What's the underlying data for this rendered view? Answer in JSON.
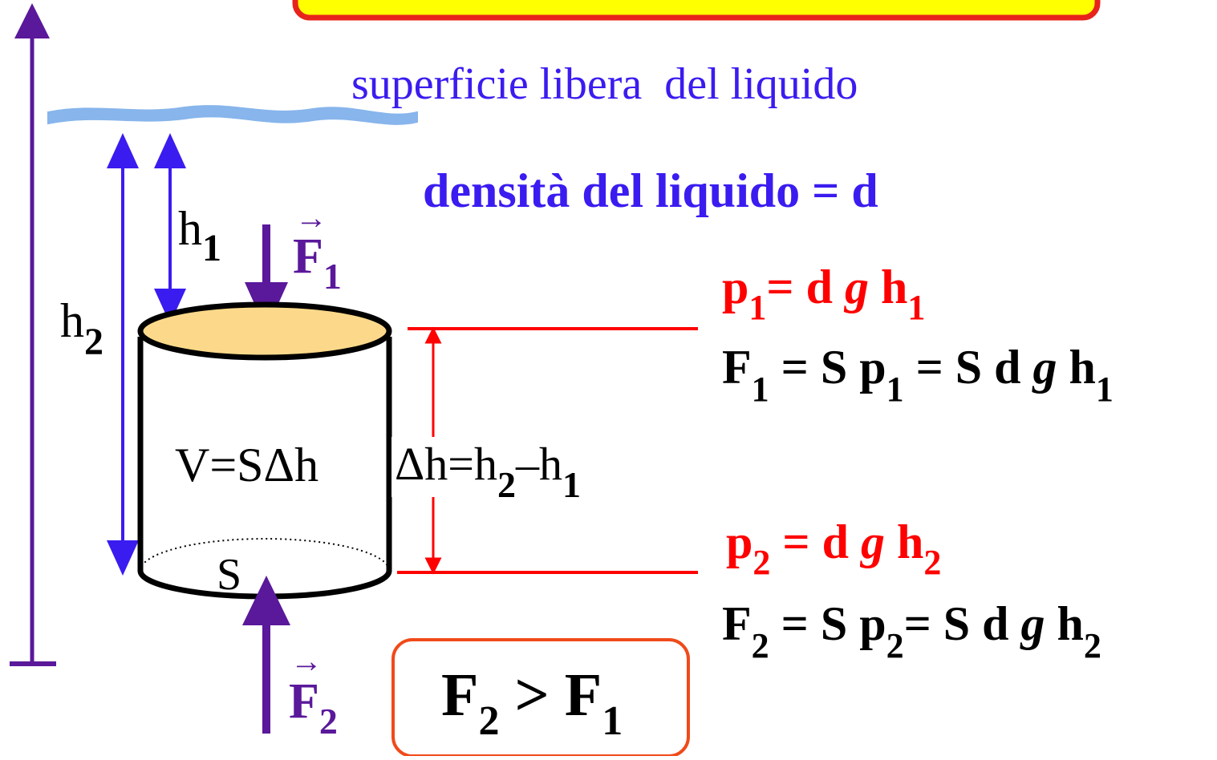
{
  "surface_label": "superficie libera  del liquido",
  "density_label": "densità del liquido = d",
  "h1": {
    "base": "h",
    "sub": "1"
  },
  "h2": {
    "base": "h",
    "sub": "2"
  },
  "F1_vector": {
    "base": "F",
    "sub": "1",
    "arrow": "→"
  },
  "F2_vector": {
    "base": "F",
    "sub": "2",
    "arrow": "→"
  },
  "volume_label": "V=SΔh",
  "area_label": "S",
  "delta_h": {
    "pre": "Δh=h",
    "sub_a": "2",
    "mid": "–h",
    "sub_b": "1"
  },
  "p1_eq": {
    "p": "p",
    "s": "1",
    "rest": "= d ",
    "g": "g",
    "h": " h",
    "hs": "1"
  },
  "F1_eq": {
    "F": "F",
    "Fs": "1",
    "mid": " = S p",
    "ps": "1",
    "rest": " = S d ",
    "g": "g",
    "h": " h",
    "hs": "1"
  },
  "p2_eq": {
    "p": "p",
    "s": "2",
    "rest": " = d ",
    "g": "g",
    "h": " h",
    "hs": "2"
  },
  "F2_eq": {
    "F": "F",
    "Fs": "2",
    "mid": " = S p",
    "ps": "2",
    "rest": "= S d ",
    "g": "g",
    "h": " h",
    "hs": "2"
  },
  "result": {
    "a": "F",
    "as": "2",
    "op": " > ",
    "b": "F",
    "bs": "1"
  },
  "colors": {
    "purple": "#5a189a",
    "blue": "#3a1cf0",
    "red": "#ff0000",
    "surface": "#87b5ec",
    "top_fill": "#fcd98a",
    "banner_fill": "#ffff00",
    "banner_border": "#e8231c",
    "result_border": "#f04a1a"
  }
}
